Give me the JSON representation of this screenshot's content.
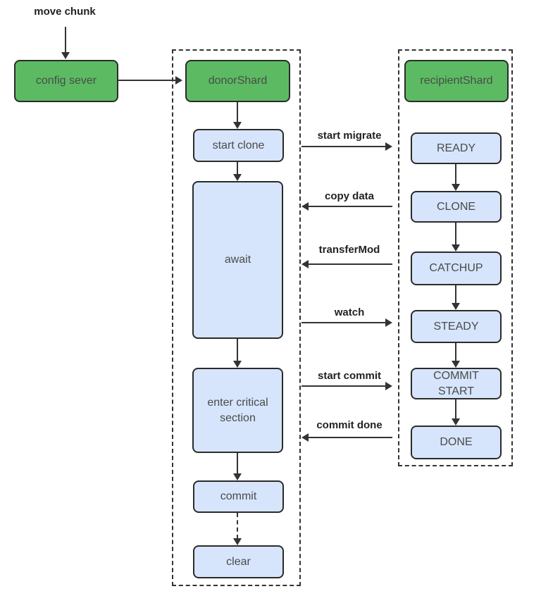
{
  "diagram": {
    "trigger_label": "move chunk",
    "config_server": {
      "label": "config sever"
    },
    "donor": {
      "title": "donorShard",
      "steps": [
        "start clone",
        "await",
        "enter critical section",
        "commit",
        "clear"
      ]
    },
    "recipient": {
      "title": "recipientShard",
      "states": [
        "READY",
        "CLONE",
        "CATCHUP",
        "STEADY",
        "COMMIT START",
        "DONE"
      ]
    },
    "messages": [
      {
        "label": "start migrate",
        "direction": "right"
      },
      {
        "label": "copy data",
        "direction": "left"
      },
      {
        "label": "transferMod",
        "direction": "left"
      },
      {
        "label": "watch",
        "direction": "right"
      },
      {
        "label": "start commit",
        "direction": "right"
      },
      {
        "label": "commit done",
        "direction": "left"
      }
    ],
    "colors": {
      "green_fill": "#5cbb62",
      "blue_fill": "#d6e5fb",
      "border": "#2b2b2b",
      "line": "#333333",
      "text": "#4a4a4a",
      "label_text": "#222222",
      "background": "#ffffff"
    }
  }
}
